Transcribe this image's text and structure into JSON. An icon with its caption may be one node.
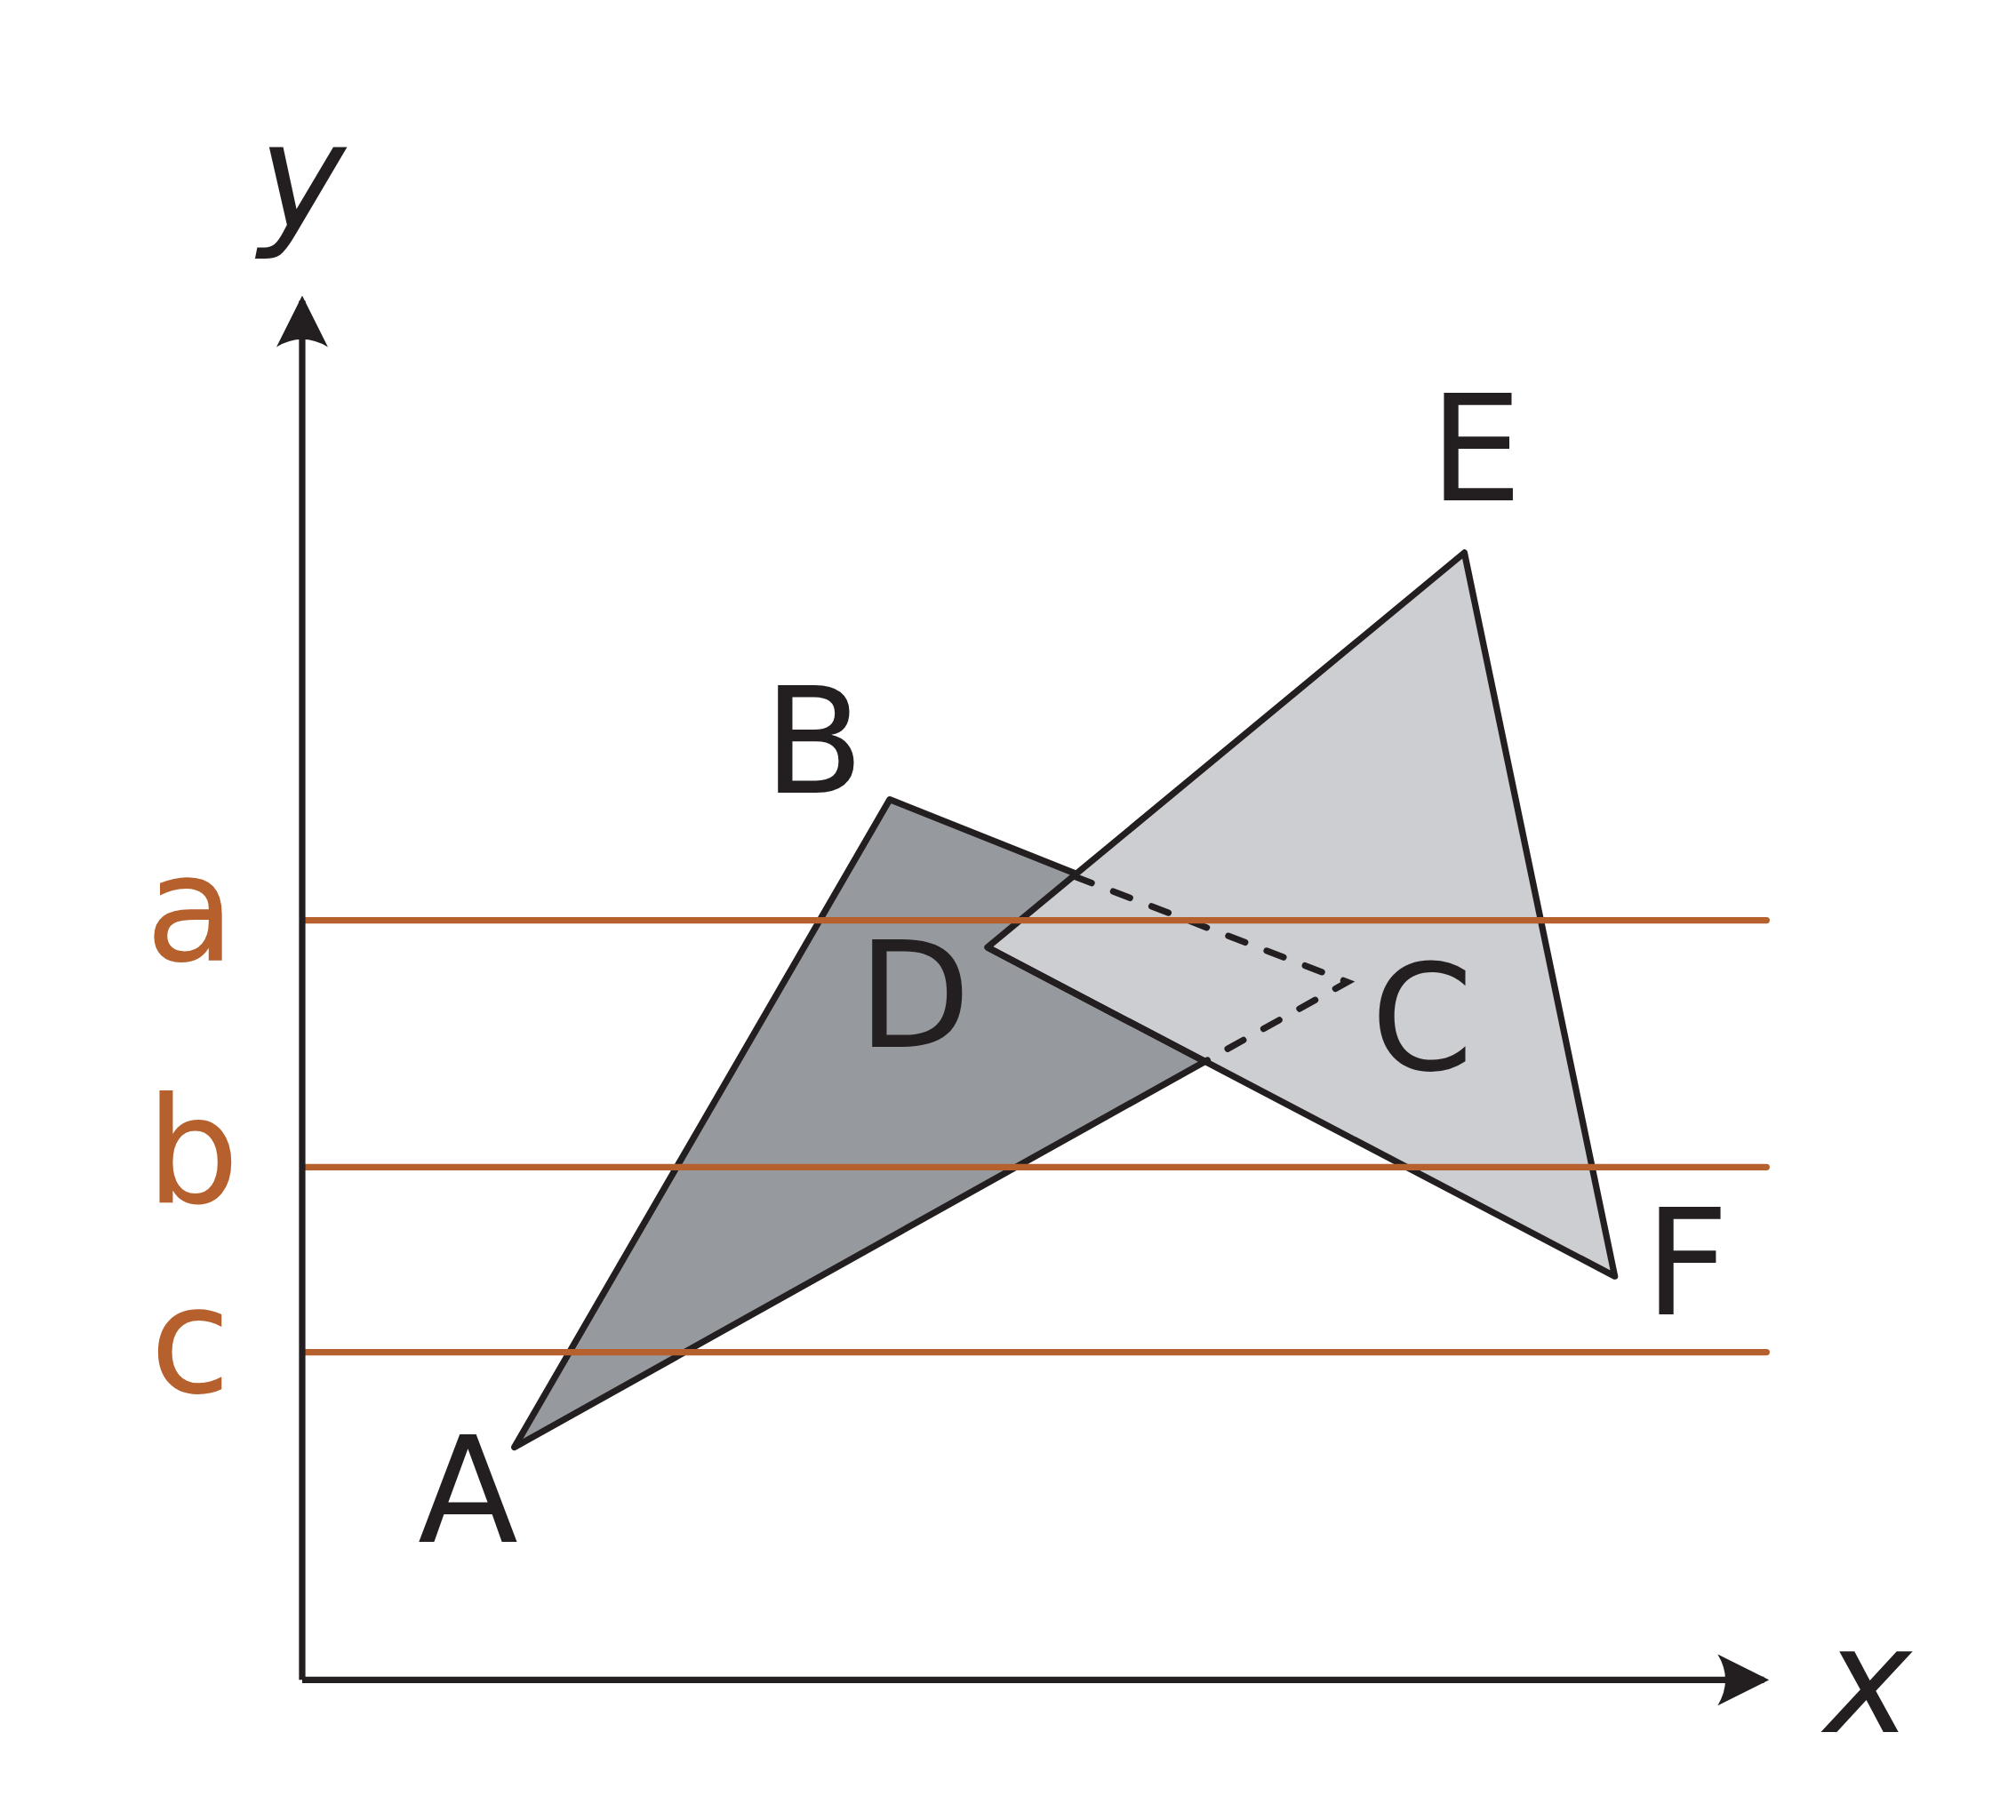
{
  "diagram": {
    "labels": [
      "y",
      "E",
      "B",
      "a",
      "D",
      "C",
      "b",
      "F",
      "c",
      "A",
      "x"
    ]
  }
}
